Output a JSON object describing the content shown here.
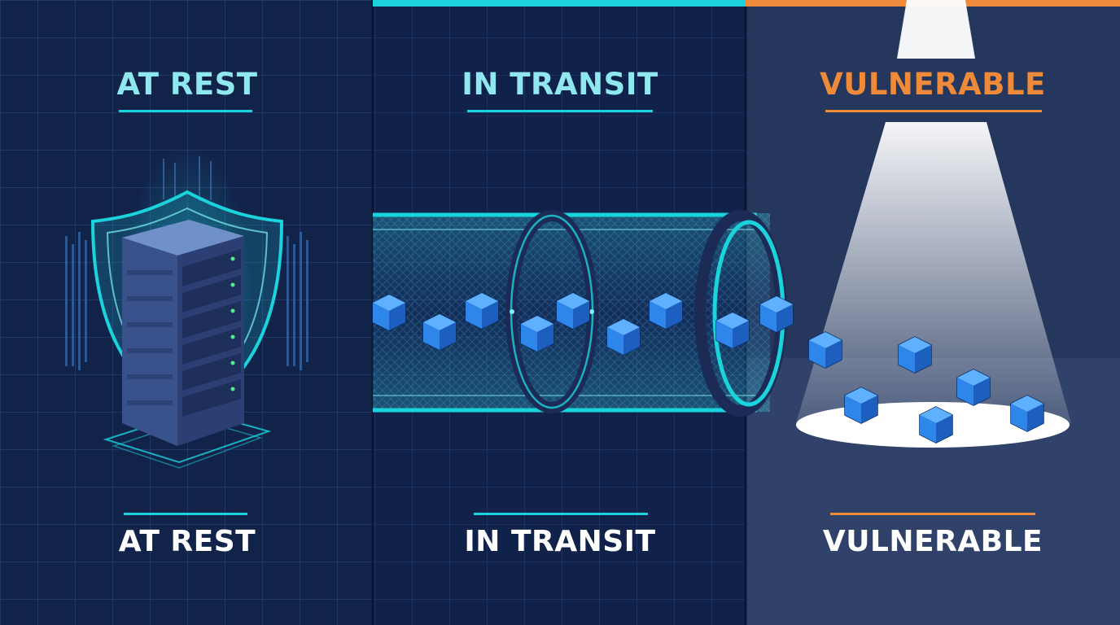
{
  "panels": [
    {
      "title": "AT REST",
      "caption": "AT REST"
    },
    {
      "title": "IN TRANSIT",
      "caption": "IN TRANSIT"
    },
    {
      "title": "VULNERABLE",
      "caption": "VULNERABLE"
    }
  ],
  "colors": {
    "background": "#0f1e42",
    "panel_rest": "#12234a",
    "panel_transit": "#10214a",
    "panel_vulnerable": "#25375d",
    "teal": "#1ad3dc",
    "teal_text": "#8fe8ef",
    "orange": "#ee8a3a",
    "white": "#ffffff",
    "cube": "#2f86ea"
  },
  "icons": [
    "shield-icon",
    "server-rack-icon",
    "encrypted-pipe-icon",
    "data-cube-icon",
    "spotlight-icon"
  ]
}
